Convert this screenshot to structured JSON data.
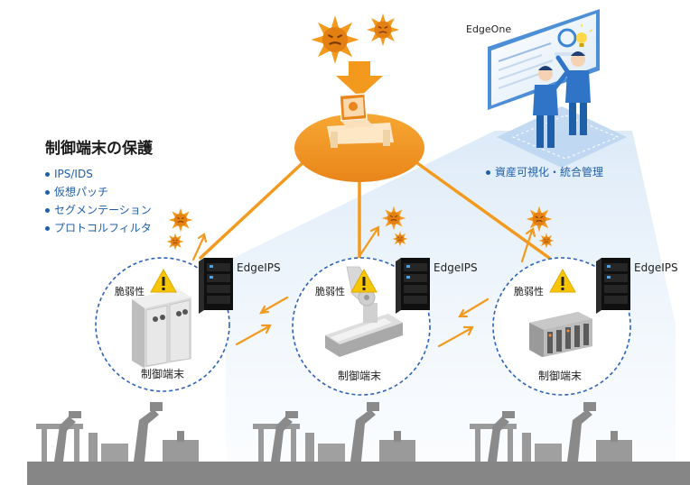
{
  "heading": "制御端末の保護",
  "features": [
    "IPS/IDS",
    "仮想パッチ",
    "セグメンテーション",
    "プロトコルフィルタ"
  ],
  "edgeone_label": "EdgeOne",
  "asset_label": "資産可視化・統合管理",
  "nodes": [
    {
      "device_label": "EdgeIPS",
      "vulnerability_label": "脆弱性",
      "terminal_label": "制御端末"
    },
    {
      "device_label": "EdgeIPS",
      "vulnerability_label": "脆弱性",
      "terminal_label": "制御端末"
    },
    {
      "device_label": "EdgeIPS",
      "vulnerability_label": "脆弱性",
      "terminal_label": "制御端末"
    }
  ],
  "colors": {
    "threat_orange": "#f39a1e",
    "accent_blue": "#1f5fa8",
    "dashed_circle": "#2c63b8",
    "factory_gray": "#8c8c8c"
  },
  "icons": [
    "virus-icon",
    "attacker-laptop-icon",
    "warning-icon",
    "edgeips-device-icon",
    "control-cabinet-icon",
    "robot-conveyor-icon",
    "plc-rack-icon",
    "dashboard-screen-icon",
    "engineer-icon",
    "lightbulb-icon",
    "factory-skyline"
  ]
}
